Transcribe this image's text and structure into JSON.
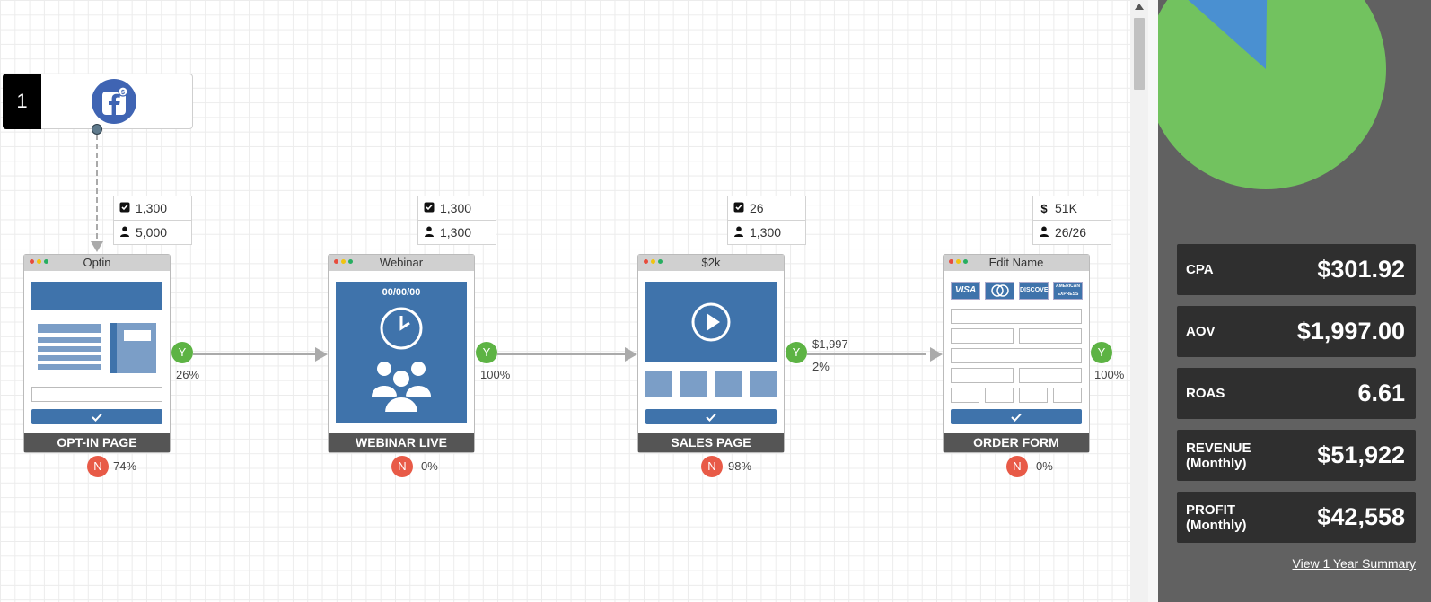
{
  "source": {
    "number": "1",
    "icon": "facebook-ads-icon"
  },
  "steps": [
    {
      "title": "Optin",
      "label": "OPT-IN PAGE",
      "stat_top_icon": "checkbox-icon",
      "stat_top": "1,300",
      "stat_bottom_icon": "user-icon",
      "stat_bottom": "5,000",
      "yes": "Y",
      "yes_pct": "26%",
      "no": "N",
      "no_pct": "74%"
    },
    {
      "title": "Webinar",
      "label": "WEBINAR LIVE",
      "date_text": "00/00/00",
      "stat_top_icon": "checkbox-icon",
      "stat_top": "1,300",
      "stat_bottom_icon": "user-icon",
      "stat_bottom": "1,300",
      "yes": "Y",
      "yes_pct": "100%",
      "no": "N",
      "no_pct": "0%"
    },
    {
      "title": "$2k",
      "label": "SALES PAGE",
      "stat_top_icon": "checkbox-icon",
      "stat_top": "26",
      "stat_bottom_icon": "user-icon",
      "stat_bottom": "1,300",
      "yes": "Y",
      "yes_price": "$1,997",
      "yes_pct": "2%",
      "no": "N",
      "no_pct": "98%"
    },
    {
      "title": "Edit Name",
      "label": "ORDER FORM",
      "stat_top_icon": "dollar-icon",
      "stat_top": "51K",
      "stat_bottom_icon": "user-icon",
      "stat_bottom": "26/26",
      "yes": "Y",
      "yes_pct": "100%",
      "no": "N",
      "no_pct": "0%",
      "cards": [
        "VISA",
        "MasterCard",
        "DISCOVER",
        "AMERICAN EXPRESS"
      ]
    }
  ],
  "panel": {
    "pie_colors": {
      "green": "#72c25f",
      "blue": "#4a90d1"
    },
    "metrics": [
      {
        "label": "CPA",
        "value": "$301.92"
      },
      {
        "label": "AOV",
        "value": "$1,997.00"
      },
      {
        "label": "ROAS",
        "value": "6.61"
      },
      {
        "label": "REVENUE\n(Monthly)",
        "label1": "REVENUE",
        "label2": "(Monthly)",
        "value": "$51,922"
      },
      {
        "label1": "PROFIT",
        "label2": "(Monthly)",
        "value": "$42,558"
      }
    ],
    "summary_link": "View 1 Year Summary"
  }
}
